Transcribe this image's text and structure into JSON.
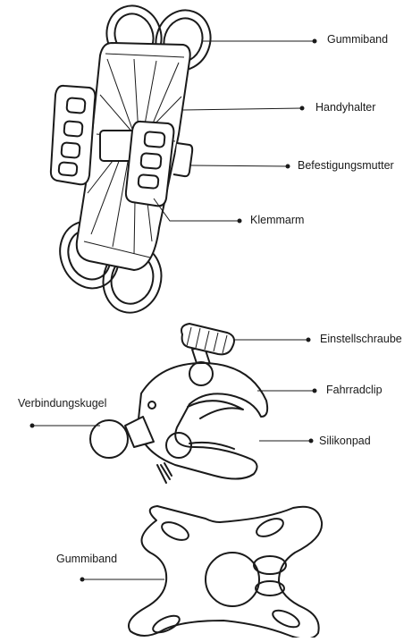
{
  "labels": {
    "gummiband_top": "Gummiband",
    "handyhalter": "Handyhalter",
    "befestigungsmutter": "Befestigungsmutter",
    "klemmarm": "Klemmarm",
    "einstellschraube": "Einstellschraube",
    "fahrradclip": "Fahrradclip",
    "verbindungskugel": "Verbindungskugel",
    "silikonpad": "Silikonpad",
    "gummiband_bottom": "Gummiband"
  }
}
